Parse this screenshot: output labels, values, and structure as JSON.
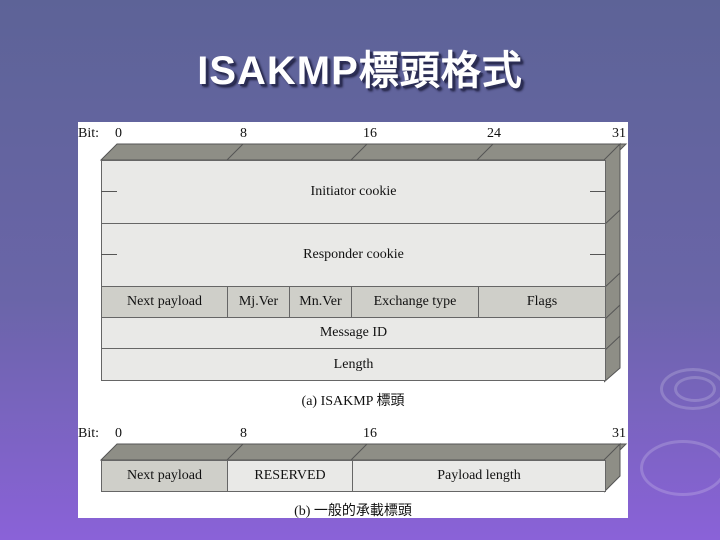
{
  "slide": {
    "title": "ISAKMP標頭格式"
  },
  "diagram_a": {
    "bit_label": "Bit:",
    "bits": [
      "0",
      "8",
      "16",
      "24",
      "31"
    ],
    "initiator_cookie": "Initiator cookie",
    "responder_cookie": "Responder cookie",
    "next_payload": "Next payload",
    "mj_ver": "Mj.Ver",
    "mn_ver": "Mn.Ver",
    "exchange_type": "Exchange type",
    "flags": "Flags",
    "message_id": "Message ID",
    "length": "Length",
    "caption": "(a) ISAKMP 標頭"
  },
  "diagram_b": {
    "bit_label": "Bit:",
    "bits": [
      "0",
      "8",
      "16",
      "31"
    ],
    "next_payload": "Next payload",
    "reserved": "RESERVED",
    "payload_length": "Payload length",
    "caption": "(b) 一般的承載標頭"
  }
}
